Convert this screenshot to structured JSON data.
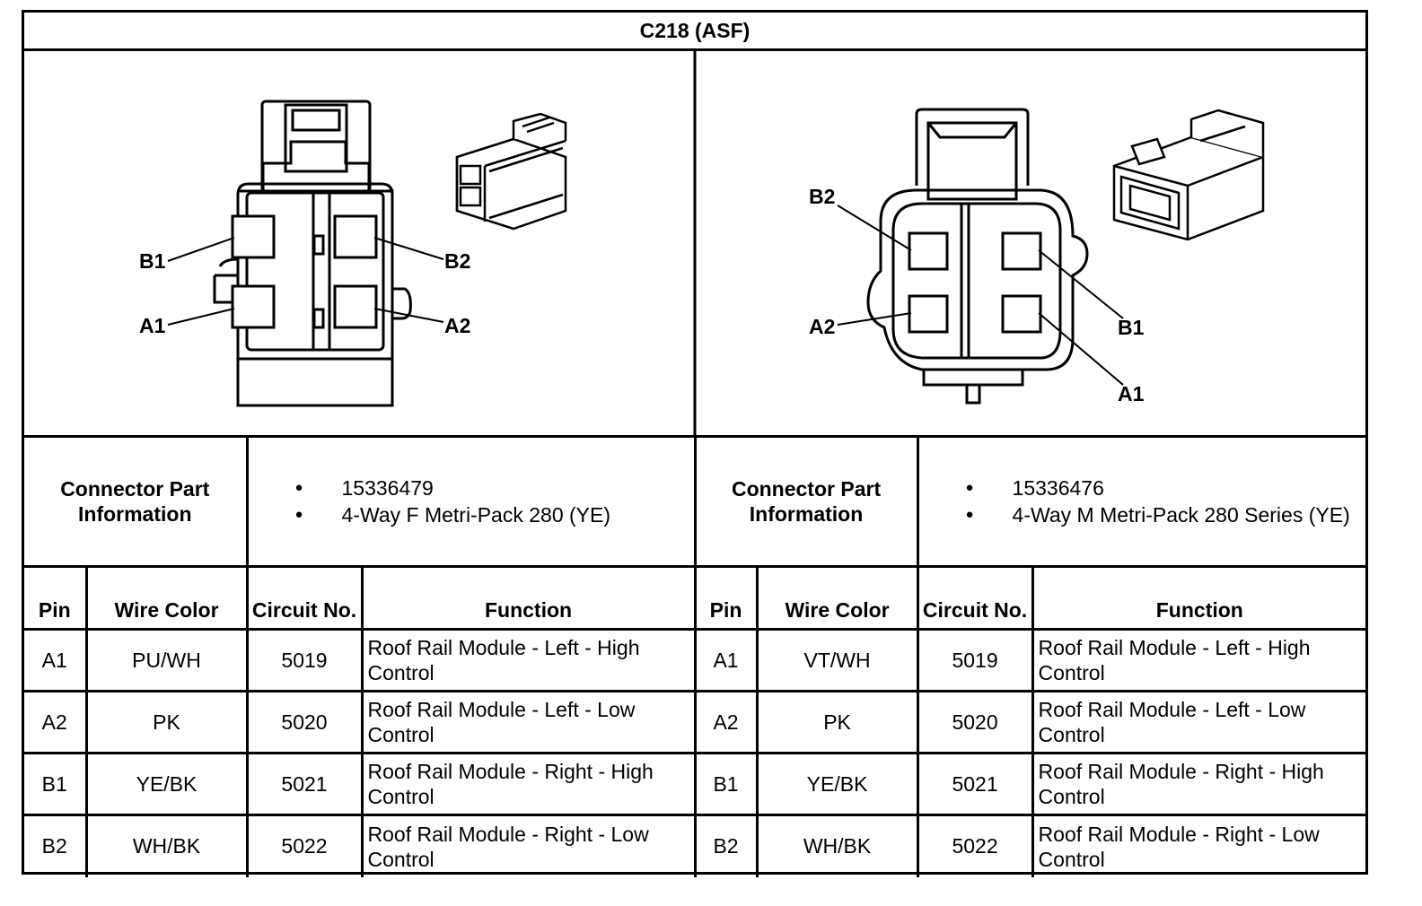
{
  "title": "C218 (ASF)",
  "left_connector": {
    "pin_labels": [
      "B1",
      "B2",
      "A1",
      "A2"
    ],
    "part_info_label": "Connector Part Information",
    "part_info": [
      "15336479",
      "4-Way F Metri-Pack 280 (YE)"
    ],
    "headers": {
      "pin": "Pin",
      "wire_color": "Wire Color",
      "circuit": "Circuit No.",
      "function": "Function"
    },
    "rows": [
      {
        "pin": "A1",
        "wire_color": "PU/WH",
        "circuit": "5019",
        "function": "Roof Rail Module - Left - High Control"
      },
      {
        "pin": "A2",
        "wire_color": "PK",
        "circuit": "5020",
        "function": "Roof Rail Module - Left - Low Control"
      },
      {
        "pin": "B1",
        "wire_color": "YE/BK",
        "circuit": "5021",
        "function": "Roof Rail Module - Right - High Control"
      },
      {
        "pin": "B2",
        "wire_color": "WH/BK",
        "circuit": "5022",
        "function": "Roof Rail Module - Right - Low Control"
      }
    ]
  },
  "right_connector": {
    "pin_labels": [
      "B2",
      "A2",
      "B1",
      "A1"
    ],
    "part_info_label": "Connector Part Information",
    "part_info": [
      "15336476",
      "4-Way M Metri-Pack 280 Series (YE)"
    ],
    "headers": {
      "pin": "Pin",
      "wire_color": "Wire Color",
      "circuit": "Circuit No.",
      "function": "Function"
    },
    "rows": [
      {
        "pin": "A1",
        "wire_color": "VT/WH",
        "circuit": "5019",
        "function": "Roof Rail Module - Left - High Control"
      },
      {
        "pin": "A2",
        "wire_color": "PK",
        "circuit": "5020",
        "function": "Roof Rail Module - Left - Low Control"
      },
      {
        "pin": "B1",
        "wire_color": "YE/BK",
        "circuit": "5021",
        "function": "Roof Rail Module - Right - High Control"
      },
      {
        "pin": "B2",
        "wire_color": "WH/BK",
        "circuit": "5022",
        "function": "Roof Rail Module - Right - Low Control"
      }
    ]
  }
}
